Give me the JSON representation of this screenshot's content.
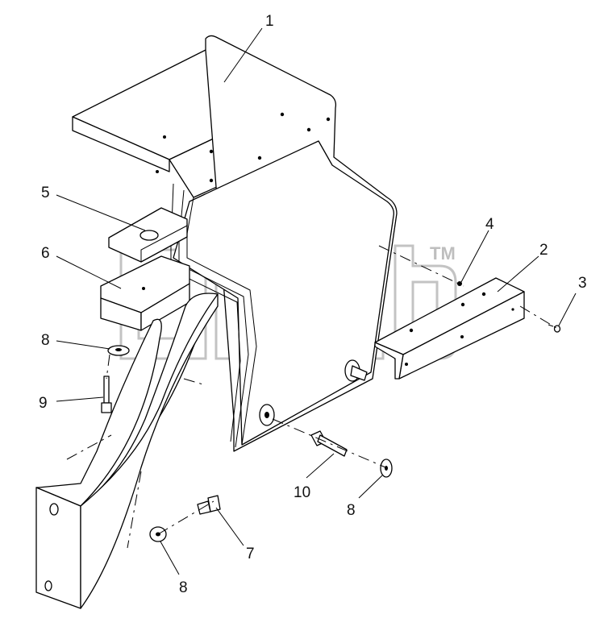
{
  "watermark": {
    "tm": "TM"
  },
  "callouts": [
    {
      "id": "c1",
      "label": "1"
    },
    {
      "id": "c2",
      "label": "2"
    },
    {
      "id": "c3",
      "label": "3"
    },
    {
      "id": "c4",
      "label": "4"
    },
    {
      "id": "c5",
      "label": "5"
    },
    {
      "id": "c6",
      "label": "6"
    },
    {
      "id": "c7",
      "label": "7"
    },
    {
      "id": "c8a",
      "label": "8"
    },
    {
      "id": "c8b",
      "label": "8"
    },
    {
      "id": "c8c",
      "label": "8"
    },
    {
      "id": "c9",
      "label": "9"
    },
    {
      "id": "c10",
      "label": "10"
    }
  ]
}
